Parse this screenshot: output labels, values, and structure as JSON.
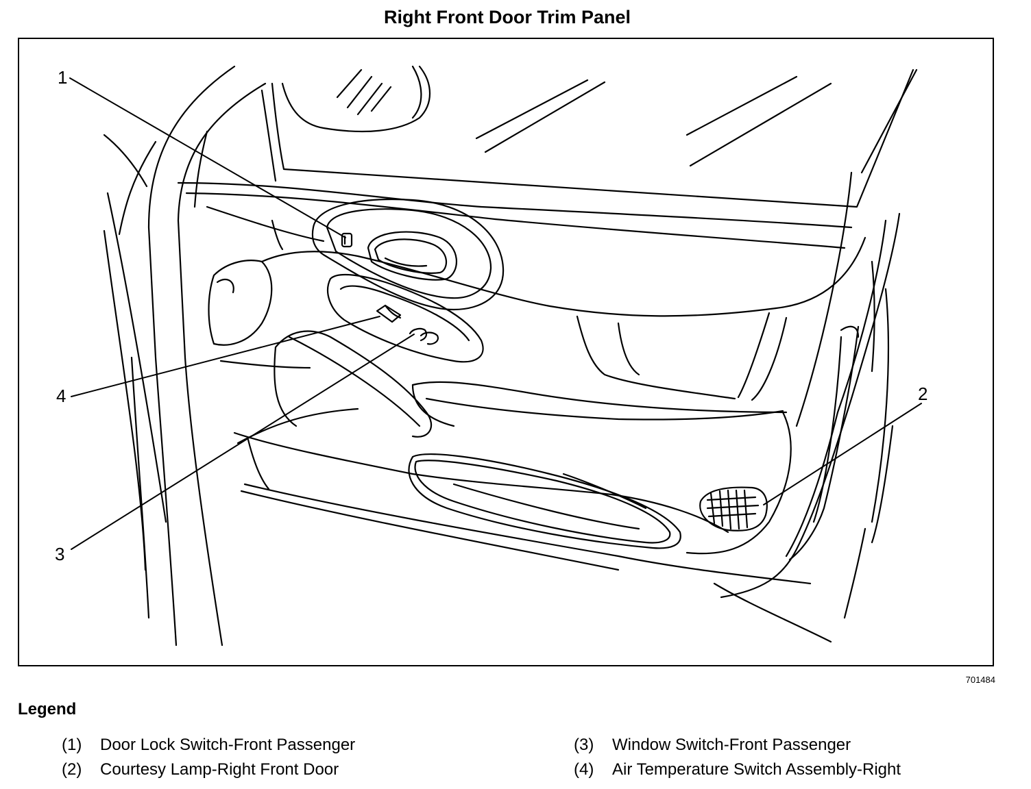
{
  "title": "Right Front Door Trim Panel",
  "figure_id": "701484",
  "callouts": [
    "1",
    "2",
    "3",
    "4"
  ],
  "legend": {
    "title": "Legend",
    "items": [
      {
        "num": "(1)",
        "label": "Door Lock Switch-Front Passenger"
      },
      {
        "num": "(2)",
        "label": "Courtesy Lamp-Right Front Door"
      },
      {
        "num": "(3)",
        "label": "Window Switch-Front Passenger"
      },
      {
        "num": "(4)",
        "label": "Air Temperature Switch Assembly-Right"
      }
    ]
  }
}
